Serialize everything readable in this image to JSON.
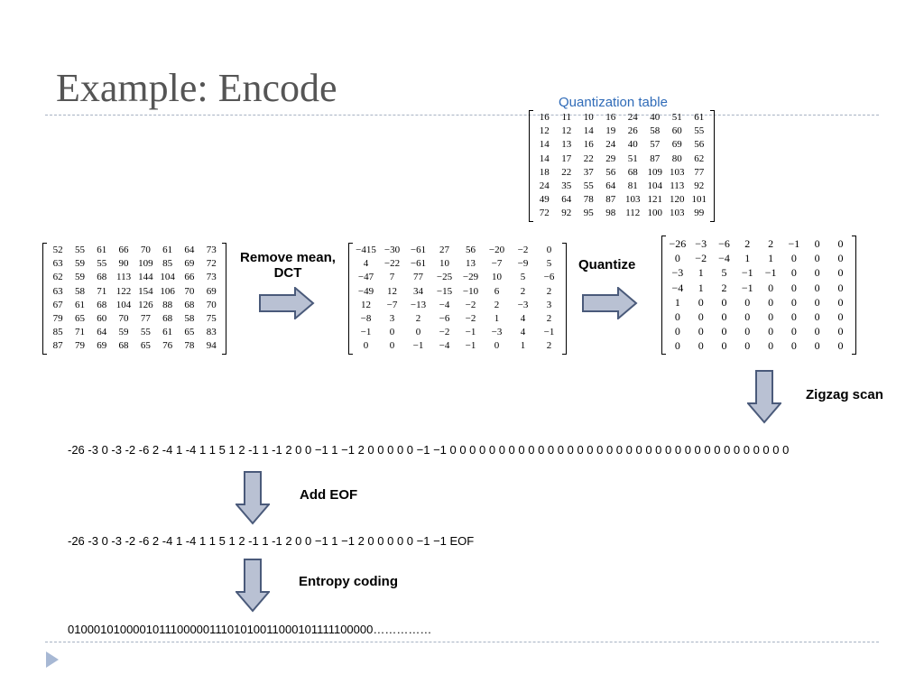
{
  "title": "Example: Encode",
  "quant_table_label": "Quantization table",
  "quantization_table": [
    [
      "16",
      "11",
      "10",
      "16",
      "24",
      "40",
      "51",
      "61"
    ],
    [
      "12",
      "12",
      "14",
      "19",
      "26",
      "58",
      "60",
      "55"
    ],
    [
      "14",
      "13",
      "16",
      "24",
      "40",
      "57",
      "69",
      "56"
    ],
    [
      "14",
      "17",
      "22",
      "29",
      "51",
      "87",
      "80",
      "62"
    ],
    [
      "18",
      "22",
      "37",
      "56",
      "68",
      "109",
      "103",
      "77"
    ],
    [
      "24",
      "35",
      "55",
      "64",
      "81",
      "104",
      "113",
      "92"
    ],
    [
      "49",
      "64",
      "78",
      "87",
      "103",
      "121",
      "120",
      "101"
    ],
    [
      "72",
      "92",
      "95",
      "98",
      "112",
      "100",
      "103",
      "99"
    ]
  ],
  "input_block": [
    [
      "52",
      "55",
      "61",
      "66",
      "70",
      "61",
      "64",
      "73"
    ],
    [
      "63",
      "59",
      "55",
      "90",
      "109",
      "85",
      "69",
      "72"
    ],
    [
      "62",
      "59",
      "68",
      "113",
      "144",
      "104",
      "66",
      "73"
    ],
    [
      "63",
      "58",
      "71",
      "122",
      "154",
      "106",
      "70",
      "69"
    ],
    [
      "67",
      "61",
      "68",
      "104",
      "126",
      "88",
      "68",
      "70"
    ],
    [
      "79",
      "65",
      "60",
      "70",
      "77",
      "68",
      "58",
      "75"
    ],
    [
      "85",
      "71",
      "64",
      "59",
      "55",
      "61",
      "65",
      "83"
    ],
    [
      "87",
      "79",
      "69",
      "68",
      "65",
      "76",
      "78",
      "94"
    ]
  ],
  "dct_block": [
    [
      "−415",
      "−30",
      "−61",
      "27",
      "56",
      "−20",
      "−2",
      "0"
    ],
    [
      "4",
      "−22",
      "−61",
      "10",
      "13",
      "−7",
      "−9",
      "5"
    ],
    [
      "−47",
      "7",
      "77",
      "−25",
      "−29",
      "10",
      "5",
      "−6"
    ],
    [
      "−49",
      "12",
      "34",
      "−15",
      "−10",
      "6",
      "2",
      "2"
    ],
    [
      "12",
      "−7",
      "−13",
      "−4",
      "−2",
      "2",
      "−3",
      "3"
    ],
    [
      "−8",
      "3",
      "2",
      "−6",
      "−2",
      "1",
      "4",
      "2"
    ],
    [
      "−1",
      "0",
      "0",
      "−2",
      "−1",
      "−3",
      "4",
      "−1"
    ],
    [
      "0",
      "0",
      "−1",
      "−4",
      "−1",
      "0",
      "1",
      "2"
    ]
  ],
  "quantized_block": [
    [
      "−26",
      "−3",
      "−6",
      "2",
      "2",
      "−1",
      "0",
      "0"
    ],
    [
      "0",
      "−2",
      "−4",
      "1",
      "1",
      "0",
      "0",
      "0"
    ],
    [
      "−3",
      "1",
      "5",
      "−1",
      "−1",
      "0",
      "0",
      "0"
    ],
    [
      "−4",
      "1",
      "2",
      "−1",
      "0",
      "0",
      "0",
      "0"
    ],
    [
      "1",
      "0",
      "0",
      "0",
      "0",
      "0",
      "0",
      "0"
    ],
    [
      "0",
      "0",
      "0",
      "0",
      "0",
      "0",
      "0",
      "0"
    ],
    [
      "0",
      "0",
      "0",
      "0",
      "0",
      "0",
      "0",
      "0"
    ],
    [
      "0",
      "0",
      "0",
      "0",
      "0",
      "0",
      "0",
      "0"
    ]
  ],
  "labels": {
    "remove_mean_line1": "Remove mean,",
    "remove_mean_line2": "DCT",
    "quantize": "Quantize",
    "zigzag": "Zigzag scan",
    "add_eof": "Add EOF",
    "entropy": "Entropy coding"
  },
  "sequences": {
    "zigzag": "-26 -3 0 -3 -2 -6 2 -4 1 -4 1 1 5 1 2 -1 1 -1 2 0 0 −1 1 −1 2 0 0 0 0 0 −1 −1 0 0 0 0 0 0 0 0 0 0 0 0 0 0 0 0 0 0 0 0 0 0 0 0 0 0 0 0 0 0 0 0 0 0 0",
    "eof": "-26 -3 0 -3 -2 -6 2 -4 1 -4 1 1 5 1 2 -1 1 -1 2 0 0 −1 1 −1 2 0 0 0 0 0 −1 −1 EOF",
    "bits": "010001010000101110000011101010011000101111100000……………"
  },
  "colors": {
    "arrow_fill": "#b9c1d3",
    "arrow_stroke": "#4a5a7a",
    "title": "#555555",
    "accent": "#2f6bb8"
  }
}
